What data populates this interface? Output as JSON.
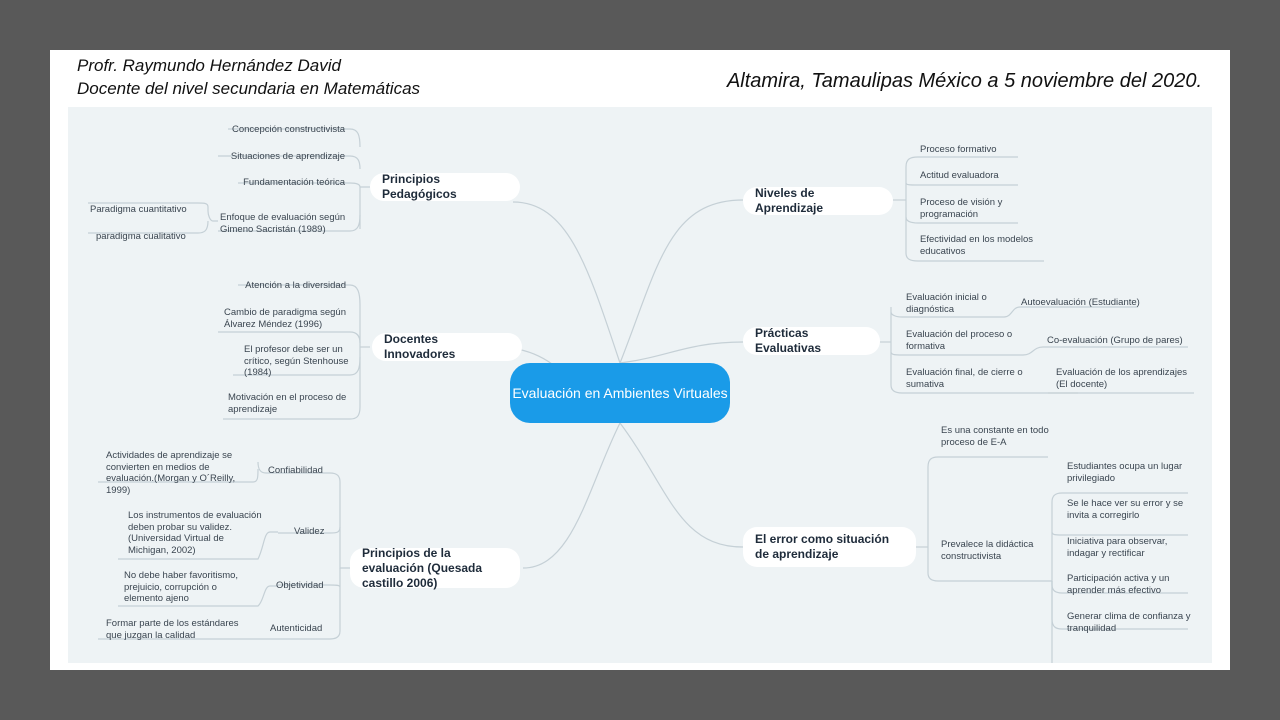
{
  "header": {
    "author_line1": "Profr. Raymundo Hernández David",
    "author_line2": "Docente del nivel secundaria en Matemáticas",
    "place_date": "Altamira, Tamaulipas México a 5 noviembre del 2020."
  },
  "colors": {
    "center": "#1a9be8",
    "map_bg": "#eef3f5",
    "lines": "#c5d0d6",
    "slide_border": "#595959"
  },
  "map": {
    "center": "Evaluación en Ambientes Virtuales",
    "principios_pedagogicos": {
      "title": "Principios Pedagógicos",
      "items": [
        "Concepción constructivista",
        "Situaciones de aprendizaje",
        "Fundamentación teórica",
        "Enfoque de evaluación según Gimeno Sacristán (1989)"
      ],
      "sub": [
        "Paradigma cuantitativo",
        "paradigma cualitativo"
      ]
    },
    "docentes_innovadores": {
      "title": "Docentes Innovadores",
      "items": [
        "Atención a la diversidad",
        "Cambio de paradigma según Álvarez Méndez (1996)",
        "El profesor debe ser un crítico, según Stenhouse (1984)",
        "Motivación en el proceso de aprendizaje"
      ]
    },
    "principios_evaluacion": {
      "title": "Principios de la evaluación (Quesada castillo 2006)",
      "items": [
        "Confiabilidad",
        "Validez",
        "Objetividad",
        "Autenticidad"
      ],
      "details": [
        "Actividades de aprendizaje se convierten en medios de evaluación.(Morgan y O´Reilly, 1999)",
        "Los instrumentos de evaluación deben probar su validez. (Universidad Virtual de Michigan, 2002)",
        "No debe haber favoritismo, prejuicio, corrupción o elemento ajeno",
        "Formar parte de los estándares que juzgan la calidad"
      ]
    },
    "niveles_aprendizaje": {
      "title": "Niveles de Aprendizaje",
      "items": [
        "Proceso formativo",
        "Actitud evaluadora",
        "Proceso de visión y programación",
        "Efectividad en los modelos educativos"
      ]
    },
    "practicas_evaluativas": {
      "title": "Prácticas Evaluativas",
      "items": [
        "Evaluación inicial o diagnóstica",
        "Evaluación del proceso o formativa",
        "Evaluación final, de cierre o sumativa"
      ],
      "details": [
        "Autoevaluación (Estudiante)",
        "Co-evaluación (Grupo de pares)",
        "Evaluación de los aprendizajes (El docente)"
      ]
    },
    "error": {
      "title": "El error como situación de aprendizaje",
      "items": [
        "Es una constante en todo proceso de E-A",
        "Prevalece la didáctica constructivista"
      ],
      "details": [
        "Estudiantes ocupa un lugar privilegiado",
        "Se le hace ver su error y se invita a corregirlo",
        "Iniciativa para observar, indagar y rectificar",
        "Participación activa y un aprender más efectivo",
        "Generar clima de confianza y tranquilidad"
      ]
    }
  }
}
